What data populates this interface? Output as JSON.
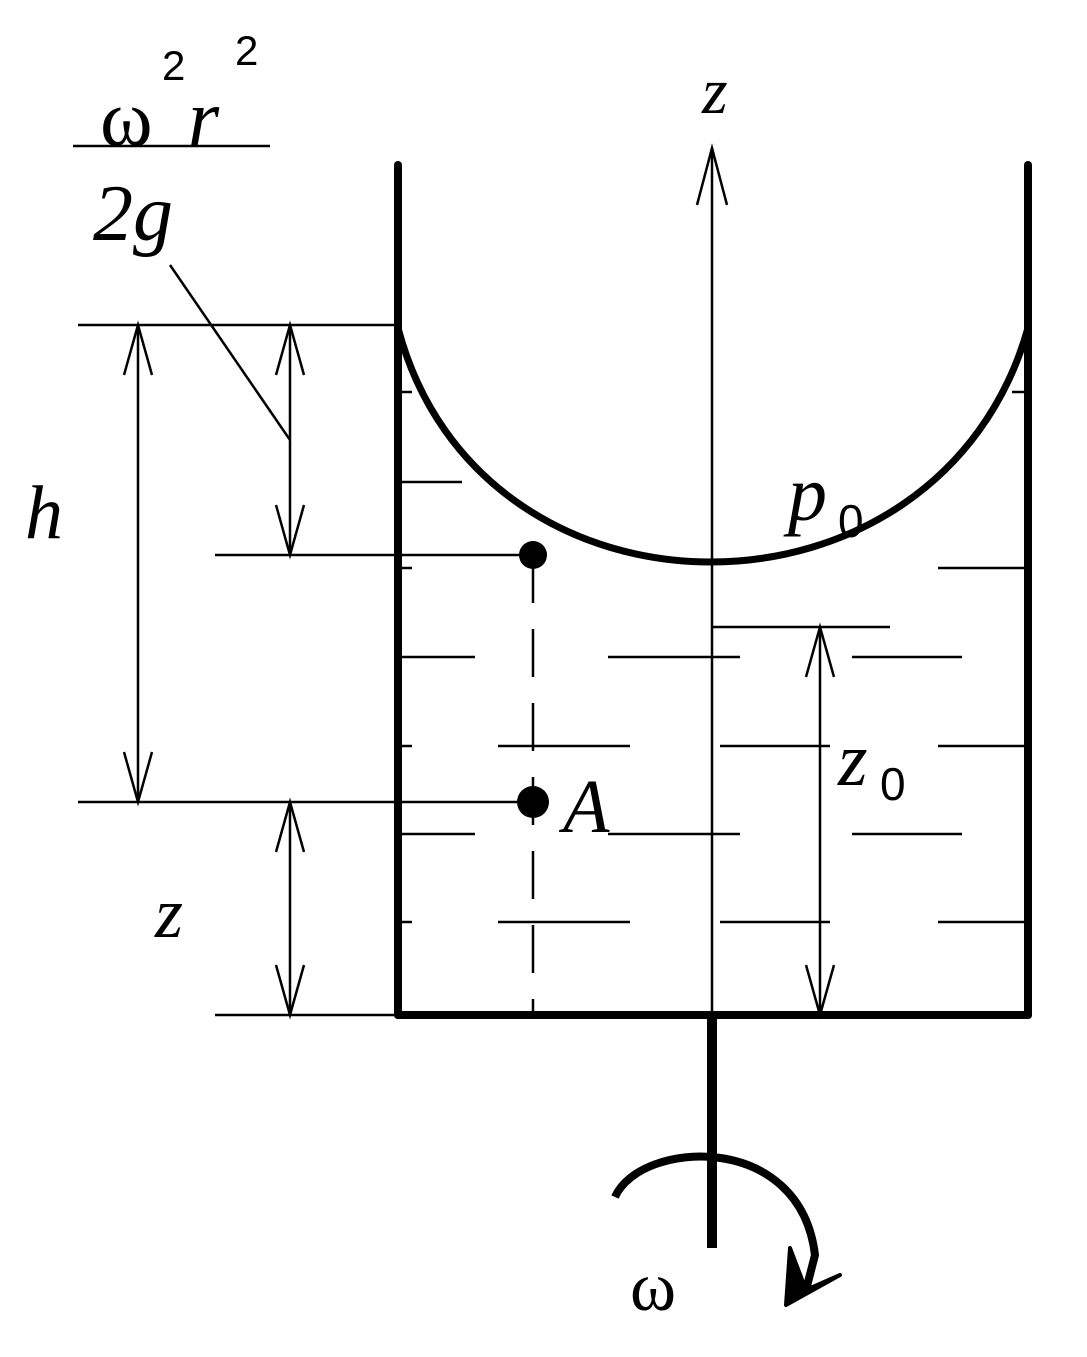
{
  "labels": {
    "formula_numerator_omega": "ω",
    "formula_numerator_exp1": "2",
    "formula_numerator_r": "r",
    "formula_numerator_exp2": "2",
    "formula_denominator": "2g",
    "axis_z": "z",
    "h": "h",
    "p0_main": "p",
    "p0_sub": "0",
    "z0_main": "z",
    "z0_sub": "0",
    "point_A": "A",
    "z_bottom": "z",
    "omega": "ω"
  }
}
